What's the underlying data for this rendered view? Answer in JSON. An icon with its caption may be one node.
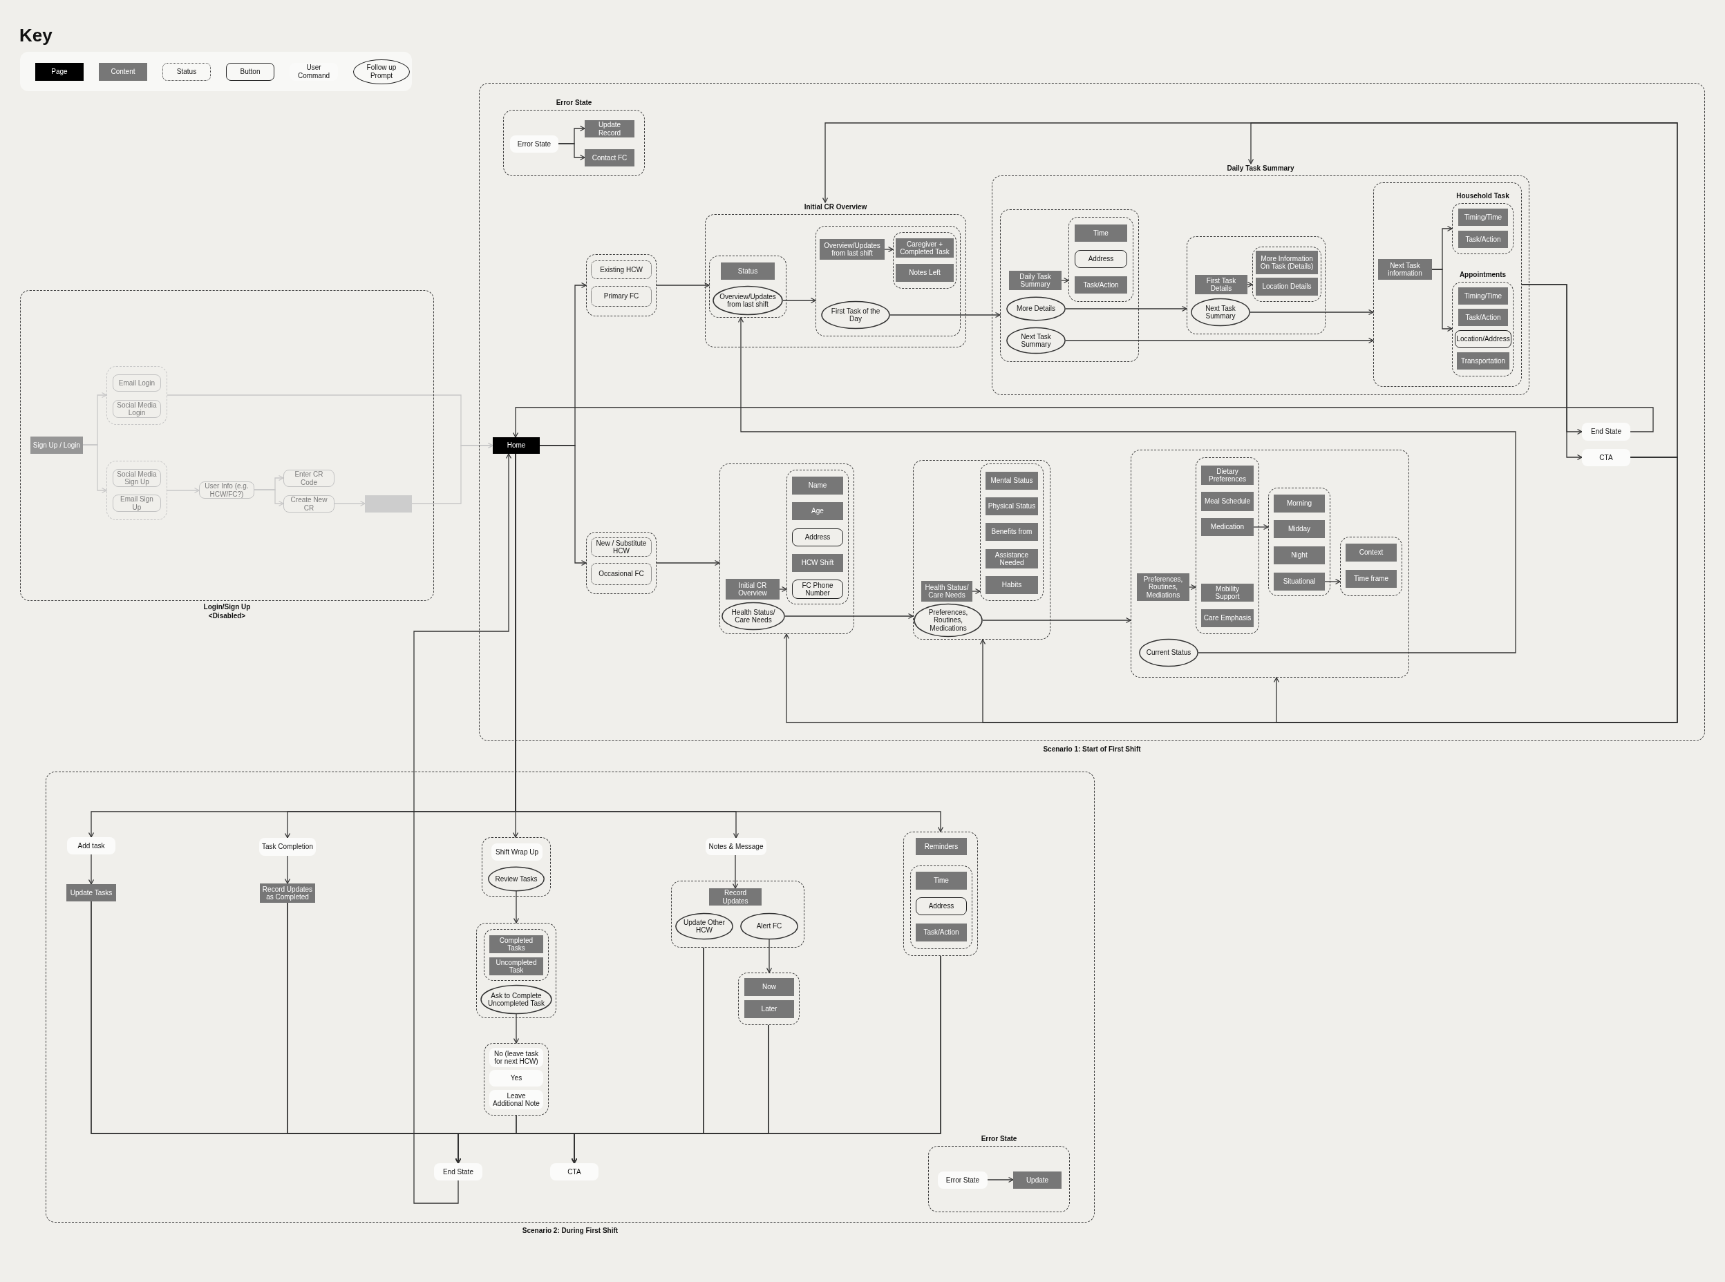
{
  "diagram": {
    "nodes": [
      {
        "text": [
          "Login/Sign Up <Disabled>"
        ]
      },
      {
        "text": [
          "Sign Up / Login"
        ],
        "in": 0
      },
      {
        "text": [],
        "shape": "box",
        "in": 0
      },
      {
        "text": [
          "Email Login"
        ],
        "in": 2
      },
      {
        "text": [
          "Social Media Login"
        ],
        "in": 2
      },
      {
        "text": [],
        "shape": "box",
        "in": 0
      },
      {
        "text": [
          "Social Media Sign Up"
        ],
        "in": 5
      },
      {
        "text": [
          "Email Sign Up"
        ],
        "in": 5
      },
      {
        "text": [
          "User Info (e.g. HCW/FC?)"
        ],
        "in": 0
      },
      {
        "text": [
          "Enter CR Code"
        ],
        "in": 0
      },
      {
        "text": [
          "Create New CR"
        ],
        "in": 0
      },
      {
        "text": [],
        "shape": "box",
        "in": 0
      },
      {
        "text": [
          "Scenario 1: Start of First Shift"
        ]
      },
      {
        "text": [
          "Error State"
        ],
        "in": 12
      },
      {
        "text": [
          "Error State"
        ],
        "in": 13
      },
      {
        "text": [
          "Update Record"
        ],
        "in": 13
      },
      {
        "text": [
          "Contact FC"
        ],
        "in": 13
      },
      {
        "text": [
          "Home"
        ],
        "in": 12
      },
      {
        "text": [],
        "shape": "box",
        "in": 12
      },
      {
        "text": [
          "Existing HCW"
        ],
        "in": 18
      },
      {
        "text": [
          "Primary FC"
        ],
        "in": 18
      },
      {
        "text": [
          "Initial CR Overview"
        ],
        "in": 12
      },
      {
        "text": [],
        "shape": "box",
        "in": 21
      },
      {
        "text": [
          "Status"
        ],
        "in": 22
      },
      {
        "text": [
          "Overview/Updates from last shift"
        ],
        "in": 22
      },
      {
        "text": [],
        "shape": "box",
        "in": 21
      },
      {
        "text": [
          "Overview/Updates from last shift"
        ],
        "in": 25
      },
      {
        "text": [],
        "shape": "box",
        "in": 25
      },
      {
        "text": [
          "Caregiver + Completed Task"
        ],
        "in": 27
      },
      {
        "text": [
          "Notes Left"
        ],
        "in": 27
      },
      {
        "text": [
          "First Task of the Day"
        ],
        "in": 25
      },
      {
        "text": [
          "Daily Task Summary"
        ],
        "in": 12
      },
      {
        "text": [],
        "shape": "box",
        "in": 31
      },
      {
        "text": [
          "Daily Task Summary"
        ],
        "in": 32
      },
      {
        "text": [],
        "shape": "box",
        "in": 32
      },
      {
        "text": [
          "Time"
        ],
        "in": 34
      },
      {
        "text": [
          "Address"
        ],
        "in": 34
      },
      {
        "text": [
          "Task/Action"
        ],
        "in": 34
      },
      {
        "text": [
          "More Details"
        ],
        "in": 32
      },
      {
        "text": [
          "Next Task Summary"
        ],
        "in": 32
      },
      {
        "text": [],
        "shape": "box",
        "in": 31
      },
      {
        "text": [
          "First Task Details"
        ],
        "in": 40
      },
      {
        "text": [],
        "shape": "box",
        "in": 40
      },
      {
        "text": [
          "More Information On Task (Details)"
        ],
        "in": 42
      },
      {
        "text": [
          "Location Details"
        ],
        "in": 42
      },
      {
        "text": [
          "Next Task Summary"
        ],
        "in": 40
      },
      {
        "text": [],
        "shape": "box",
        "in": 31
      },
      {
        "text": [
          "Next Task information"
        ],
        "in": 46
      },
      {
        "text": [
          "Household Task"
        ],
        "in": 46
      },
      {
        "text": [
          "Timing/Time"
        ],
        "in": 48
      },
      {
        "text": [
          "Task/Action"
        ],
        "in": 48
      },
      {
        "text": [
          "Appointments"
        ],
        "in": 46
      },
      {
        "text": [
          "Timing/Time"
        ],
        "in": 51
      },
      {
        "text": [
          "Task/Action"
        ],
        "in": 51
      },
      {
        "text": [
          "Location/Address"
        ],
        "in": 51
      },
      {
        "text": [
          "Transportation"
        ],
        "in": 51
      },
      {
        "text": [
          "End State"
        ],
        "in": 12
      },
      {
        "text": [
          "CTA"
        ],
        "in": 12
      },
      {
        "text": [],
        "shape": "box",
        "in": 12
      },
      {
        "text": [
          "New / Substitute HCW"
        ],
        "in": 58
      },
      {
        "text": [
          "Occasional FC"
        ],
        "in": 58
      },
      {
        "text": [],
        "shape": "box",
        "in": 12
      },
      {
        "text": [
          "Initial CR Overview"
        ],
        "in": 61
      },
      {
        "text": [],
        "shape": "box",
        "in": 61
      },
      {
        "text": [
          "Name"
        ],
        "in": 63
      },
      {
        "text": [
          "Age"
        ],
        "in": 63
      },
      {
        "text": [
          "Address"
        ],
        "in": 63
      },
      {
        "text": [
          "HCW Shift"
        ],
        "in": 63
      },
      {
        "text": [
          "FC Phone Number"
        ],
        "in": 63
      },
      {
        "text": [
          "Health Status/ Care Needs"
        ],
        "in": 61
      },
      {
        "text": [],
        "shape": "box",
        "in": 12
      },
      {
        "text": [
          "Health Status/ Care Needs"
        ],
        "in": 70
      },
      {
        "text": [],
        "shape": "box",
        "in": 70
      },
      {
        "text": [
          "Mental Status"
        ],
        "in": 72
      },
      {
        "text": [
          "Physical Status"
        ],
        "in": 72
      },
      {
        "text": [
          "Benefits from"
        ],
        "in": 72
      },
      {
        "text": [
          "Assistance Needed"
        ],
        "in": 72
      },
      {
        "text": [
          "Habits"
        ],
        "in": 72
      },
      {
        "text": [
          "Preferences, Routines, Medications"
        ],
        "in": 70
      },
      {
        "text": [],
        "shape": "box",
        "in": 12
      },
      {
        "text": [
          "Preferences, Routines, Mediations"
        ],
        "in": 79
      },
      {
        "text": [],
        "shape": "box",
        "in": 79
      },
      {
        "text": [
          "Dietary Preferences"
        ],
        "in": 81
      },
      {
        "text": [
          "Meal Schedule"
        ],
        "in": 81
      },
      {
        "text": [
          "Medication"
        ],
        "in": 81
      },
      {
        "text": [
          "Mobility Support"
        ],
        "in": 81
      },
      {
        "text": [
          "Care Emphasis"
        ],
        "in": 81
      },
      {
        "text": [],
        "shape": "box",
        "in": 79
      },
      {
        "text": [
          "Morning"
        ],
        "in": 87
      },
      {
        "text": [
          "Midday"
        ],
        "in": 87
      },
      {
        "text": [
          "Night"
        ],
        "in": 87
      },
      {
        "text": [
          "Situational"
        ],
        "in": 87
      },
      {
        "text": [],
        "shape": "box",
        "in": 79
      },
      {
        "text": [
          "Context"
        ],
        "in": 92
      },
      {
        "text": [
          "Time frame"
        ],
        "in": 92
      },
      {
        "text": [
          "Current Status"
        ],
        "in": 79
      },
      {
        "text": [
          "Scenario 2: During First Shift"
        ]
      },
      {
        "text": [
          "Add task"
        ],
        "in": 96
      },
      {
        "text": [
          "Update Tasks"
        ],
        "in": 96
      },
      {
        "text": [
          "Task Completion"
        ],
        "in": 96
      },
      {
        "text": [
          "Record Updates as Completed"
        ],
        "in": 96
      },
      {
        "text": [],
        "shape": "box",
        "in": 96
      },
      {
        "text": [
          "Shift Wrap Up"
        ],
        "in": 101
      },
      {
        "text": [
          "Review Tasks"
        ],
        "in": 101
      },
      {
        "text": [],
        "shape": "box",
        "in": 96
      },
      {
        "text": [],
        "shape": "box",
        "in": 104
      },
      {
        "text": [
          "Completed Tasks"
        ],
        "in": 105
      },
      {
        "text": [
          "Uncompleted Task"
        ],
        "in": 105
      },
      {
        "text": [
          "Ask to Complete Uncompleted Task"
        ],
        "in": 104
      },
      {
        "text": [],
        "shape": "box",
        "in": 96
      },
      {
        "text": [
          "No (leave task for next HCW)"
        ],
        "in": 109
      },
      {
        "text": [
          "Yes"
        ],
        "in": 109
      },
      {
        "text": [
          "Leave Additional Note"
        ],
        "in": 109
      },
      {
        "text": [
          "Notes & Message"
        ],
        "in": 96
      },
      {
        "text": [],
        "shape": "box",
        "in": 96
      },
      {
        "text": [
          "Record Updates"
        ],
        "in": 114
      },
      {
        "text": [
          "Update Other HCW"
        ],
        "in": 114
      },
      {
        "text": [
          "Alert FC"
        ],
        "in": 114
      },
      {
        "text": [],
        "shape": "box",
        "in": 96
      },
      {
        "text": [
          "Now"
        ],
        "in": 118
      },
      {
        "text": [
          "Later"
        ],
        "in": 118
      },
      {
        "text": [],
        "shape": "box",
        "in": 96
      },
      {
        "text": [
          "Reminders"
        ],
        "in": 121
      },
      {
        "text": [],
        "shape": "box",
        "in": 121
      },
      {
        "text": [
          "Time"
        ],
        "in": 123
      },
      {
        "text": [
          "Address"
        ],
        "in": 123
      },
      {
        "text": [
          "Task/Action"
        ],
        "in": 123
      },
      {
        "text": [
          "End State"
        ],
        "in": 96
      },
      {
        "text": [
          "CTA"
        ],
        "in": 96
      },
      {
        "text": [
          "Error State"
        ],
        "in": 96
      },
      {
        "text": [
          "Error State"
        ],
        "in": 129
      },
      {
        "text": [
          "Update"
        ],
        "in": 129
      }
    ],
    "edges": [
      {
        "from": 1,
        "to": 2,
        "arrow": "to",
        "color": "#c8c8c8"
      },
      {
        "from": 1,
        "to": 5,
        "arrow": "to",
        "color": "#c8c8c8"
      },
      {
        "from": 2,
        "to": 17,
        "arrow": "to",
        "color": "#c8c8c8"
      },
      {
        "from": 5,
        "to": 8,
        "arrow": "to",
        "color": "#c8c8c8"
      },
      {
        "from": 8,
        "to": 9,
        "arrow": "to",
        "color": "#c8c8c8"
      },
      {
        "from": 8,
        "to": 10,
        "arrow": "to",
        "color": "#c8c8c8"
      },
      {
        "from": 10,
        "to": 11,
        "arrow": "to",
        "color": "#c8c8c8"
      },
      {
        "from": 11,
        "to": 17,
        "arrow": "to",
        "color": "#c8c8c8"
      },
      {
        "from": 14,
        "to": 15,
        "arrow": "to"
      },
      {
        "from": 14,
        "to": 16,
        "arrow": "to"
      },
      {
        "from": 17,
        "to": 18,
        "arrow": "to"
      },
      {
        "from": 17,
        "to": 58,
        "arrow": "to"
      },
      {
        "from": 18,
        "to": 22,
        "arrow": "to"
      },
      {
        "from": 24,
        "to": 25,
        "arrow": "to"
      },
      {
        "from": 26,
        "to": 27,
        "arrow": "to"
      },
      {
        "from": 30,
        "to": 32,
        "arrow": "to"
      },
      {
        "from": 33,
        "to": 34,
        "arrow": "to"
      },
      {
        "from": 38,
        "to": 40,
        "arrow": "to"
      },
      {
        "from": 39,
        "to": 46,
        "arrow": "to"
      },
      {
        "from": 41,
        "to": 42,
        "arrow": "to"
      },
      {
        "from": 45,
        "to": 46,
        "arrow": "to"
      },
      {
        "from": 47,
        "to": 48,
        "arrow": "to"
      },
      {
        "from": 47,
        "to": 51,
        "arrow": "to"
      },
      {
        "from": 46,
        "to": 56,
        "arrow": "to"
      },
      {
        "from": 46,
        "to": 57,
        "arrow": "to"
      },
      {
        "from": 56,
        "to": 17,
        "arrow": "to"
      },
      {
        "from": 57,
        "to": 21,
        "arrow": "to"
      },
      {
        "from": 57,
        "to": 31,
        "arrow": "to"
      },
      {
        "from": 57,
        "to": 61,
        "arrow": "to"
      },
      {
        "from": 57,
        "to": 70,
        "arrow": "to"
      },
      {
        "from": 57,
        "to": 79,
        "arrow": "to"
      },
      {
        "from": 58,
        "to": 61,
        "arrow": "to"
      },
      {
        "from": 62,
        "to": 63,
        "arrow": "to"
      },
      {
        "from": 69,
        "to": 70,
        "arrow": "to"
      },
      {
        "from": 71,
        "to": 72,
        "arrow": "to"
      },
      {
        "from": 78,
        "to": 79,
        "arrow": "to"
      },
      {
        "from": 80,
        "to": 81,
        "arrow": "to"
      },
      {
        "from": 84,
        "to": 87,
        "arrow": "to"
      },
      {
        "from": 91,
        "to": 92,
        "arrow": "to"
      },
      {
        "from": 95,
        "to": 22,
        "arrow": "to"
      },
      {
        "from": 17,
        "to": 97,
        "arrow": "to"
      },
      {
        "from": 17,
        "to": 99,
        "arrow": "to"
      },
      {
        "from": 17,
        "to": 101,
        "arrow": "to"
      },
      {
        "from": 17,
        "to": 113,
        "arrow": "to"
      },
      {
        "from": 17,
        "to": 121,
        "arrow": "to"
      },
      {
        "from": 97,
        "to": 98,
        "arrow": "to"
      },
      {
        "from": 99,
        "to": 100,
        "arrow": "to"
      },
      {
        "from": 103,
        "to": 104,
        "arrow": "to"
      },
      {
        "from": 108,
        "to": 109,
        "arrow": "to"
      },
      {
        "from": 113,
        "to": 115,
        "arrow": "to"
      },
      {
        "from": 117,
        "to": 118,
        "arrow": "to"
      },
      {
        "from": 98,
        "to": 127,
        "arrow": "to"
      },
      {
        "from": 98,
        "to": 128,
        "arrow": "to"
      },
      {
        "from": 100,
        "to": 127,
        "arrow": "to"
      },
      {
        "from": 100,
        "to": 128,
        "arrow": "to"
      },
      {
        "from": 109,
        "to": 127,
        "arrow": "to"
      },
      {
        "from": 109,
        "to": 128,
        "arrow": "to"
      },
      {
        "from": 114,
        "to": 127,
        "arrow": "to"
      },
      {
        "from": 114,
        "to": 128,
        "arrow": "to"
      },
      {
        "from": 118,
        "to": 127,
        "arrow": "to"
      },
      {
        "from": 118,
        "to": 128,
        "arrow": "to"
      },
      {
        "from": 121,
        "to": 127,
        "arrow": "to"
      },
      {
        "from": 121,
        "to": 128,
        "arrow": "to"
      },
      {
        "from": 127,
        "to": 17,
        "arrow": "to"
      },
      {
        "from": 130,
        "to": 131,
        "arrow": "to"
      }
    ],
    "labels": [
      "Key"
    ],
    "legend": [
      {
        "text": "Page",
        "color": "#000000"
      },
      {
        "text": "Content",
        "color": "#777777"
      },
      {
        "text": "Status"
      },
      {
        "text": "Button"
      },
      {
        "text": "User Command",
        "color": "#fafaf9"
      },
      {
        "text": "Follow up Prompt"
      }
    ]
  }
}
